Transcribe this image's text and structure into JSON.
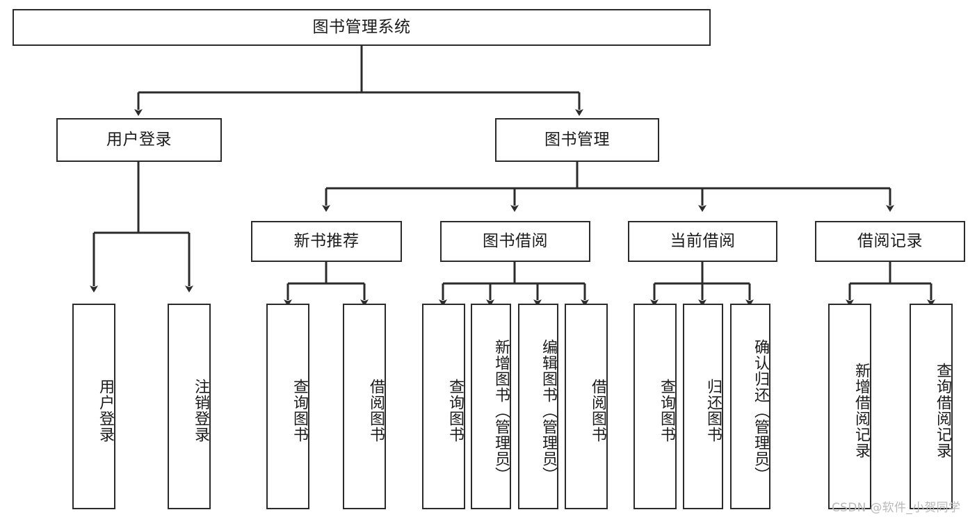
{
  "diagram": {
    "title": "图书管理系统",
    "type": "tree",
    "watermark": "CSDN @软件_小贺同学",
    "stroke_color": "#2b2b2b",
    "fill_color": "#ffffff",
    "text_color": "#1b1b1b"
  },
  "nodes": {
    "root": {
      "label": "图书管理系统",
      "level": 0
    },
    "l1": [
      {
        "id": "user_login",
        "label": "用户登录"
      },
      {
        "id": "book_mgmt",
        "label": "图书管理"
      }
    ],
    "l2": [
      {
        "id": "new_book_rec",
        "label": "新书推荐",
        "parent": "book_mgmt"
      },
      {
        "id": "book_borrow",
        "label": "图书借阅",
        "parent": "book_mgmt"
      },
      {
        "id": "current_borrow",
        "label": "当前借阅",
        "parent": "book_mgmt"
      },
      {
        "id": "borrow_record",
        "label": "借阅记录",
        "parent": "book_mgmt"
      }
    ],
    "leaves": [
      {
        "id": "leaf_user_login",
        "label": "用户登录",
        "parent": "user_login"
      },
      {
        "id": "leaf_user_logout",
        "label": "注销登录",
        "parent": "user_login"
      },
      {
        "id": "leaf_query_book_1",
        "label": "查询图书",
        "parent": "new_book_rec"
      },
      {
        "id": "leaf_borrow_book_1",
        "label": "借阅图书",
        "parent": "new_book_rec"
      },
      {
        "id": "leaf_query_book_2",
        "label": "查询图书",
        "parent": "book_borrow"
      },
      {
        "id": "leaf_add_book",
        "label": "新增图书（管理员）",
        "parent": "book_borrow"
      },
      {
        "id": "leaf_edit_book",
        "label": "编辑图书（管理员）",
        "parent": "book_borrow"
      },
      {
        "id": "leaf_borrow_book_2",
        "label": "借阅图书",
        "parent": "book_borrow"
      },
      {
        "id": "leaf_query_book_3",
        "label": "查询图书",
        "parent": "current_borrow"
      },
      {
        "id": "leaf_return_book",
        "label": "归还图书",
        "parent": "current_borrow"
      },
      {
        "id": "leaf_confirm_return",
        "label": "确认归还（管理员）",
        "parent": "current_borrow"
      },
      {
        "id": "leaf_add_record",
        "label": "新增借阅记录",
        "parent": "borrow_record"
      },
      {
        "id": "leaf_query_record",
        "label": "查询借阅记录",
        "parent": "borrow_record"
      }
    ]
  }
}
